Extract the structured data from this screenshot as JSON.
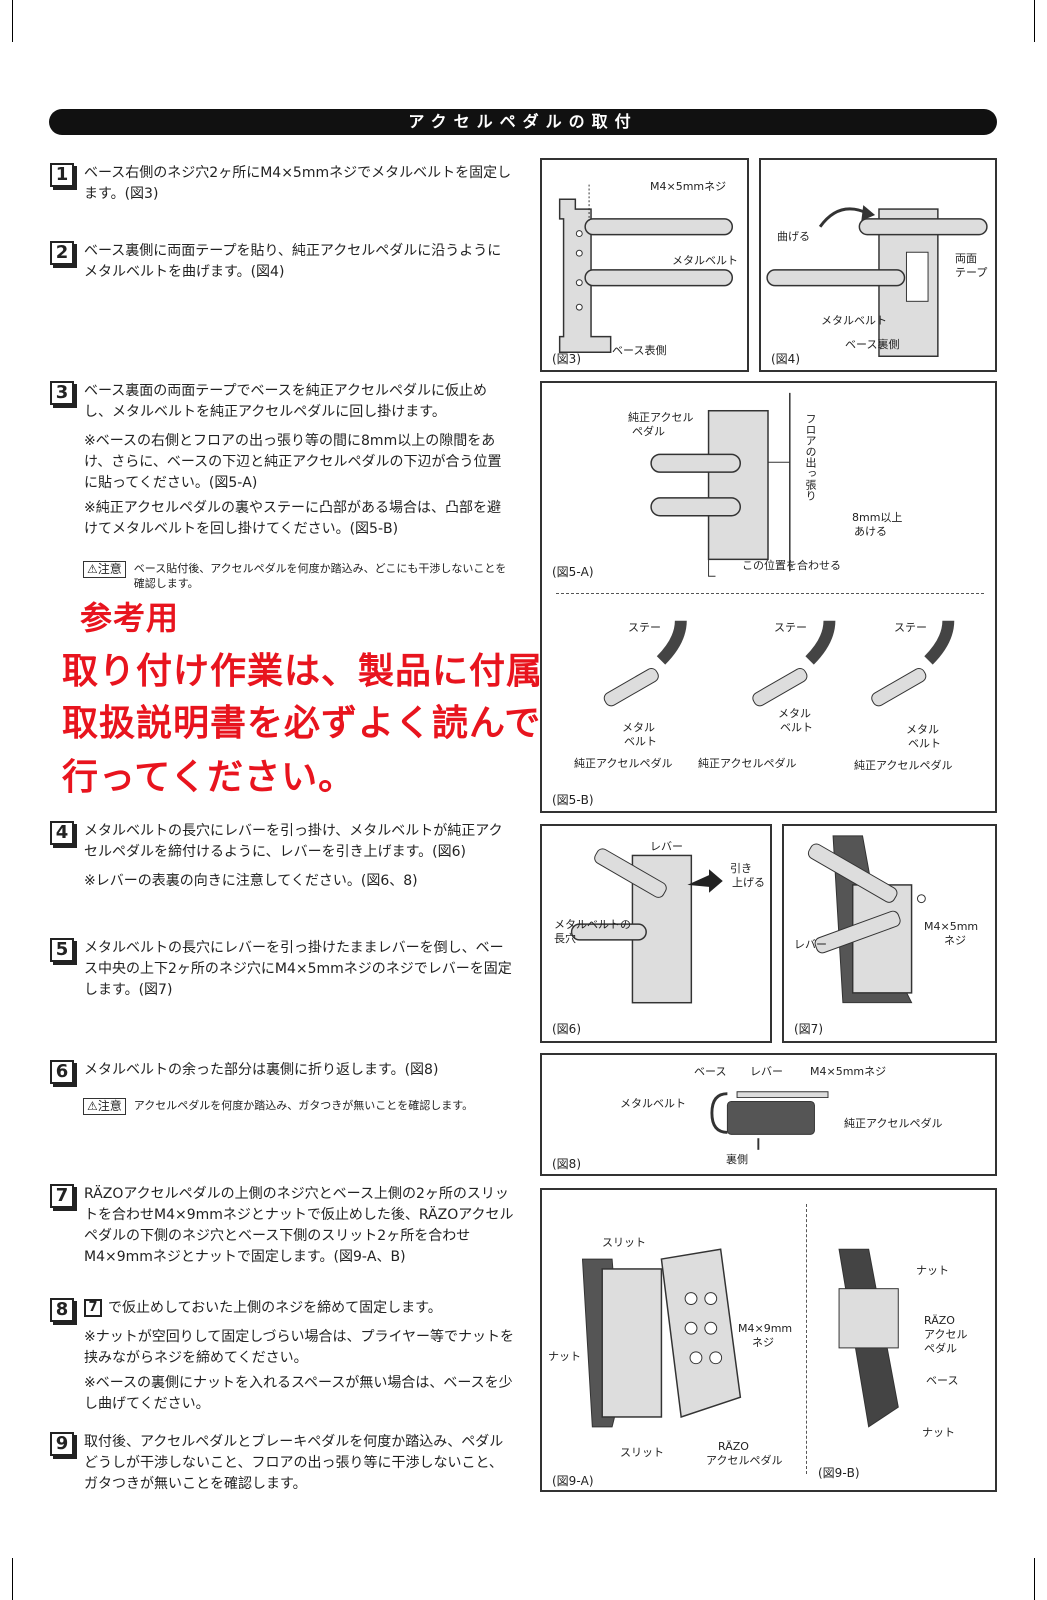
{
  "title": "アクセルペダルの取付",
  "steps": [
    {
      "num": "1",
      "text": "ベース右側のネジ穴2ヶ所にM4×5mmネジでメタルベルトを固定します。(図3)"
    },
    {
      "num": "2",
      "text": "ベース裏側に両面テープを貼り、純正アクセルペダルに沿うようにメタルベルトを曲げます。(図4)"
    },
    {
      "num": "3",
      "text": "ベース裏面の両面テープでベースを純正アクセルペダルに仮止めし、メタルベルトを純正アクセルペダルに回し掛けます。",
      "notes": [
        "※ベースの右側とフロアの出っ張り等の間に8mm以上の隙間をあけ、さらに、ベースの下辺と純正アクセルペダルの下辺が合う位置に貼ってください。(図5-A)",
        "※純正アクセルペダルの裏やステーに凸部がある場合は、凸部を避けてメタルベルトを回し掛けてください。(図5-B)"
      ]
    },
    {
      "num": "4",
      "text": "メタルベルトの長穴にレバーを引っ掛け、メタルベルトが純正アクセルペダルを締付けるように、レバーを引き上げます。(図6)",
      "notes": [
        "※レバーの表裏の向きに注意してください。(図6、8)"
      ]
    },
    {
      "num": "5",
      "text": "メタルベルトの長穴にレバーを引っ掛けたままレバーを倒し、ベース中央の上下2ヶ所のネジ穴にM4×5mmネジのネジでレバーを固定します。(図7)"
    },
    {
      "num": "6",
      "text": "メタルベルトの余った部分は裏側に折り返します。(図8)"
    },
    {
      "num": "7",
      "text": "RÄZOアクセルペダルの上側のネジ穴とベース上側の2ヶ所のスリットを合わせM4×9mmネジとナットで仮止めした後、RÄZOアクセルペダルの下側のネジ穴とベース下側のスリット2ヶ所を合わせM4×9mmネジとナットで固定します。(図9-A、B)"
    },
    {
      "num": "8",
      "ref": "7",
      "text": "で仮止めしておいた上側のネジを締めて固定します。",
      "notes": [
        "※ナットが空回りして固定しづらい場合は、プライヤー等でナットを挟みながらネジを締めてください。",
        "※ベースの裏側にナットを入れるスペースが無い場合は、ベースを少し曲げてください。"
      ]
    },
    {
      "num": "9",
      "text": "取付後、アクセルペダルとブレーキペダルを何度か踏込み、ペダルどうしが干渉しないこと、フロアの出っ張り等に干渉しないこと、ガタつきが無いことを確認します。"
    }
  ],
  "cautions": [
    {
      "badge": "注意",
      "text": "ベース貼付後、アクセルペダルを何度か踏込み、どこにも干渉しないことを確認します。"
    },
    {
      "badge": "注意",
      "text": "アクセルペダルを何度か踏込み、ガタつきが無いことを確認します。"
    }
  ],
  "overlay": [
    "参考用",
    "取り付け作業は、製品に付属の",
    "取扱説明書を必ずよく読んで",
    "行ってください。"
  ],
  "figures": {
    "f3": {
      "caption": "(図3)",
      "labels": [
        "M4×5mmネジ",
        "メタルベルト",
        "ベース表側"
      ]
    },
    "f4": {
      "caption": "(図4)",
      "labels": [
        "曲げる",
        "両面",
        "テープ",
        "メタルベルト",
        "ベース裏側"
      ]
    },
    "f5a": {
      "caption": "(図5-A)",
      "labels": [
        "純正アクセル",
        "ペダル",
        "フロアの出っ張り",
        "8mm以上",
        "あける",
        "この位置を合わせる"
      ]
    },
    "f5b": {
      "caption": "(図5-B)",
      "stay": "ステー",
      "belt1": "メタル",
      "belt2": "ベルト",
      "pedal": "純正アクセルペダル"
    },
    "f6": {
      "caption": "(図6)",
      "labels": [
        "レバー",
        "引き",
        "上げる",
        "メタルベルトの",
        "長穴"
      ]
    },
    "f7": {
      "caption": "(図7)",
      "labels": [
        "M4×5mm",
        "ネジ",
        "レバー"
      ]
    },
    "f8": {
      "caption": "(図8)",
      "labels": [
        "ベース",
        "レバー",
        "M4×5mmネジ",
        "メタルベルト",
        "純正アクセルペダル",
        "裏側"
      ]
    },
    "f9a": {
      "caption": "(図9-A)",
      "labels": [
        "スリット",
        "ナット",
        "M4×9mm",
        "ネジ",
        "RÄZO",
        "アクセルペダル",
        "スリット"
      ]
    },
    "f9b": {
      "caption": "(図9-B)",
      "labels": [
        "ナット",
        "RÄZO",
        "アクセル",
        "ペダル",
        "ベース",
        "ナット"
      ]
    }
  }
}
